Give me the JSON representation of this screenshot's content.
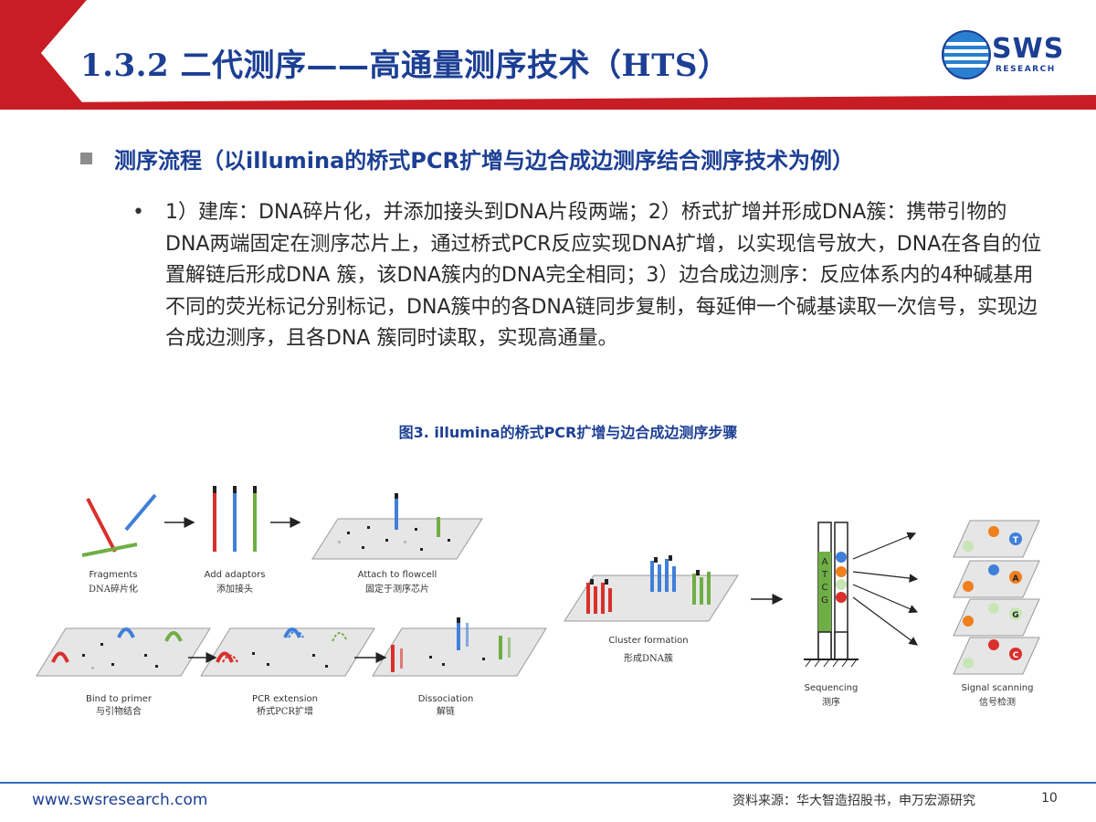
{
  "header": {
    "title": "1.3.2 二代测序——高通量测序技术（HTS）",
    "logo_main": "SWS",
    "logo_sub": "RESEARCH"
  },
  "content": {
    "bullet1": "测序流程（以illumina的桥式PCR扩增与边合成边测序结合测序技术为例）",
    "bullet2": "1）建库：DNA碎片化，并添加接头到DNA片段两端；2）桥式扩增并形成DNA簇：携带引物的DNA两端固定在测序芯片上，通过桥式PCR反应实现DNA扩增，以实现信号放大，DNA在各自的位置解链后形成DNA 簇，该DNA簇内的DNA完全相同；3）边合成边测序：反应体系内的4种碱基用不同的荧光标记分别标记，DNA簇中的各DNA链同步复制，每延伸一个碱基读取一次信号，实现边合成边测序，且各DNA 簇同时读取，实现高通量。"
  },
  "figure": {
    "caption": "图3. illumina的桥式PCR扩增与边合成边测序步骤",
    "steps": [
      {
        "en": "Fragments",
        "cn": "DNA碎片化"
      },
      {
        "en": "Add adaptors",
        "cn": "添加接头"
      },
      {
        "en": "Attach to flowcell",
        "cn": "固定于测序芯片"
      },
      {
        "en": "Bind to primer",
        "cn": "与引物结合"
      },
      {
        "en": "PCR extension",
        "cn": "桥式PCR扩增"
      },
      {
        "en": "Dissociation",
        "cn": "解链"
      },
      {
        "en": "Cluster formation",
        "cn": "形成DNA簇"
      },
      {
        "en": "Sequencing",
        "cn": "测序"
      },
      {
        "en": "Signal scanning",
        "cn": "信号检测"
      }
    ],
    "bases": [
      "A",
      "T",
      "C",
      "G"
    ],
    "scan_bases": [
      "T",
      "A",
      "G",
      "C"
    ],
    "colors": {
      "red": "#d9302c",
      "blue": "#3f7fd9",
      "green": "#6fae45",
      "orange": "#f07f1e",
      "lightgreen": "#c8e6b5"
    }
  },
  "footer": {
    "url": "www.swsresearch.com",
    "source": "资料来源：华大智造招股书，申万宏源研究",
    "page": "10"
  }
}
